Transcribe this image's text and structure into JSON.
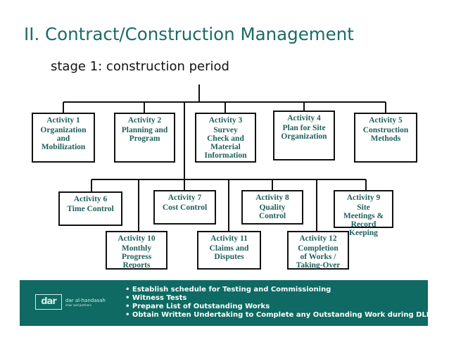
{
  "title": "II. Contract/Construction Management",
  "subtitle": "stage 1: construction period",
  "activities": [
    {
      "heading": "Activity 1",
      "text": "Organization and Mobilization"
    },
    {
      "heading": "Activity 2",
      "text": "Planning and Program"
    },
    {
      "heading": "Activity 3",
      "text": "Survey Check and Material Information"
    },
    {
      "heading": "Activity 4",
      "text": "Plan for Site Organization"
    },
    {
      "heading": "Activity 5",
      "text": "Construction Methods"
    },
    {
      "heading": "Activity 6",
      "text": "Time Control"
    },
    {
      "heading": "Activity 7",
      "text": "Cost Control"
    },
    {
      "heading": "Activity 8",
      "text": "Quality Control"
    },
    {
      "heading": "Activity 9",
      "text": "Site Meetings & Record Keeping"
    },
    {
      "heading": "Activity 10",
      "text": "Monthly Progress Reports"
    },
    {
      "heading": "Activity 11",
      "text": "Claims and Disputes"
    },
    {
      "heading": "Activity 12",
      "text": "Completion of Works / Taking-Over"
    }
  ],
  "footer": {
    "logo": {
      "mark": "dar",
      "name": "dar al-handasah",
      "sub": "shair and partners"
    },
    "bullets": [
      "Establish schedule for Testing and Commissioning",
      "Witness Tests",
      "Prepare List of Outstanding Works",
      "Obtain Written Undertaking to Complete any Outstanding Work during DLP"
    ]
  },
  "colors": {
    "title": "#1a6b68",
    "box_text": "#1f5f5c",
    "footer_bg": "#0e6a63"
  }
}
